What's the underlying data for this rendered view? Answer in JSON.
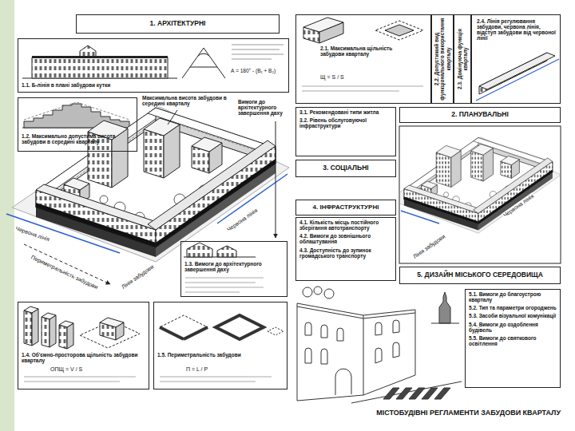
{
  "diagram": {
    "title": "МІСТОБУДІВНІ РЕГЛАМЕНТИ ЗАБУДОВИ КВАРТАЛУ",
    "nodes": [
      {
        "text": [
          "1. АРХІТЕКТУРНІ"
        ]
      },
      {
        "text": [
          "1.1. Б-лінія в плані забудови кутки",
          "А = 180° - (В₁ + В₂)"
        ]
      },
      {
        "text": [
          "1.2. Максимально допустима висота забудови в середині кварталу"
        ]
      },
      {
        "text": [
          "1.3. Вимоги до архітектурного завершення даху"
        ]
      },
      {
        "text": [
          "1.4. Об'ємно-просторова щільність забудови кварталу",
          "ОПЩ = V / S"
        ]
      },
      {
        "text": [
          "1.5. Периметральність забудови",
          "П = L / P"
        ]
      },
      {
        "text": [
          "2.1. Максимальна щільність забудови кварталу",
          "Щ = S / S"
        ]
      },
      {
        "text": [
          "2.2. Допустимий вид функціонального використання кварталу"
        ]
      },
      {
        "text": [
          "2.3. Домінуюча функція кварталу"
        ]
      },
      {
        "text": [
          "2.4. Лінія регулювання забудови, червона лінія, відступ забудови від червоної лінії"
        ]
      },
      {
        "text": [
          "2. ПЛАНУВАЛЬНІ"
        ]
      },
      {
        "text": [
          "3.1. Рекомендовані типи житла",
          "3.2. Рівень обслуговуючої інфраструктури"
        ]
      },
      {
        "text": [
          "3. СОЦІАЛЬНІ"
        ]
      },
      {
        "text": [
          "4. ІНФРАСТРУКТУРНІ"
        ]
      },
      {
        "text": [
          "4.1. Кількість місць постійного зберігання автотранспорту",
          "4.2. Вимоги до зовнішнього облаштування",
          "4.3. Доступність до зупинок громадського транспорту"
        ]
      },
      {
        "text": [
          "5. ДИЗАЙН МІСЬКОГО СЕРЕДОВИЩА"
        ]
      },
      {
        "text": [
          "5.1. Вимоги до благоустрою кварталу",
          "5.2. Тип та параметри огороджень",
          "5.3. Засоби візуальної комунікації",
          "5.4. Вимоги до оздоблення будівель",
          "5.5. Вимоги до святкового освітлення"
        ]
      }
    ],
    "labels": [
      "Максимальна висота забудови в середині кварталу",
      "Вимоги до архітектурного завершення даху",
      "Червона лінія",
      "Периметральність забудови",
      "Лінія забудови",
      "Червона лінія",
      "Червона лінія",
      "Лінія забудови"
    ]
  }
}
